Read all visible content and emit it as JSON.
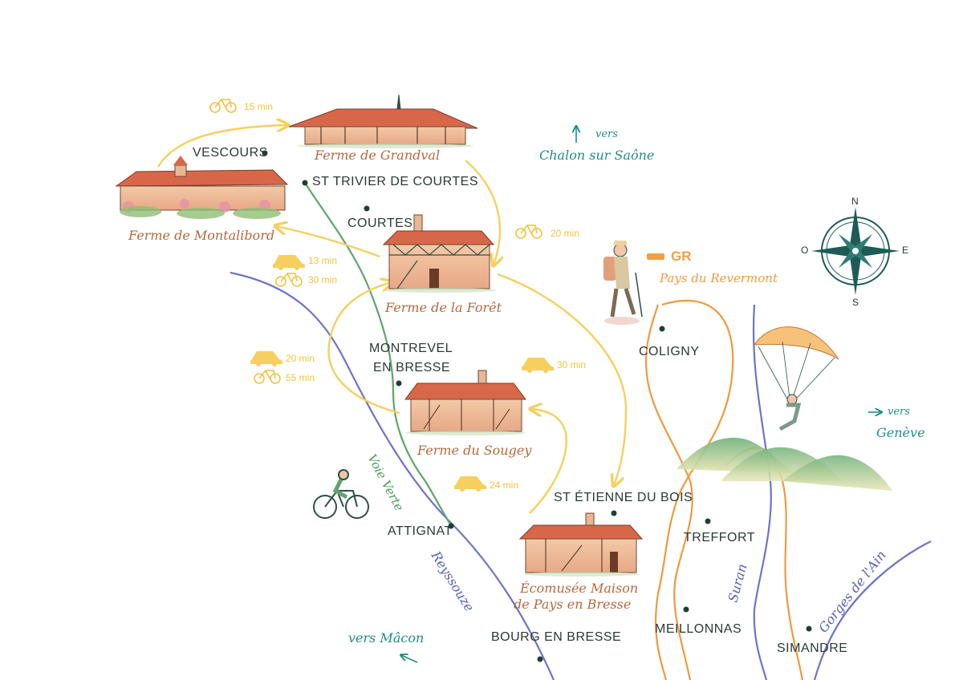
{
  "towns": {
    "vescours": "VESCOURS",
    "st_trivier": "ST TRIVIER DE COURTES",
    "courtes": "COURTES",
    "montrevel_1": "MONTREVEL",
    "montrevel_2": "EN BRESSE",
    "coligny": "COLIGNY",
    "st_etienne": "ST ÉTIENNE DU BOIS",
    "treffort": "TREFFORT",
    "attignat": "ATTIGNAT",
    "meillonnas": "MEILLONNAS",
    "bourg": "BOURG EN BRESSE",
    "simandre": "SIMANDRE"
  },
  "farms": {
    "grandval": "Ferme de Grandval",
    "montalibord": "Ferme de Montalibord",
    "foret": "Ferme de la Forêt",
    "sougey": "Ferme du Sougey",
    "ecomusee_1": "Écomusée Maison",
    "ecomusee_2": "de Pays en Bresse"
  },
  "travel": {
    "bike_15": "15 min",
    "bike_20": "20 min",
    "car_13": "13 min",
    "bike_30": "30 min",
    "car_20": "20 min",
    "bike_55": "55 min",
    "car_30": "30 min",
    "car_24": "24 min"
  },
  "directions": {
    "chalon_1": "vers",
    "chalon_2": "Chalon sur Saône",
    "geneve_1": "vers",
    "geneve_2": "Genève",
    "macon": "vers Mâcon"
  },
  "features": {
    "gr": "GR",
    "pays": "Pays du Revermont",
    "voie_verte": "Voie Verte",
    "reyssouze": "Reyssouze",
    "suran": "Suran",
    "gorges": "Gorges de l'Ain"
  },
  "compass": {
    "n": "N",
    "e": "E",
    "s": "S",
    "o": "O"
  },
  "colors": {
    "route_arrow": "#f6cf5e",
    "river": "#6d74c9",
    "voie_verte": "#5da66a",
    "trail": "#ef9a3e",
    "town_text": "#2a3a36",
    "farm_text": "#b5683c",
    "teal": "#1e8f86"
  },
  "icons": [
    "bicycle-icon",
    "car-icon",
    "compass-rose",
    "hiker-illustration",
    "paraglider-illustration",
    "cyclist-illustration",
    "farm-illustration",
    "hills-illustration"
  ]
}
